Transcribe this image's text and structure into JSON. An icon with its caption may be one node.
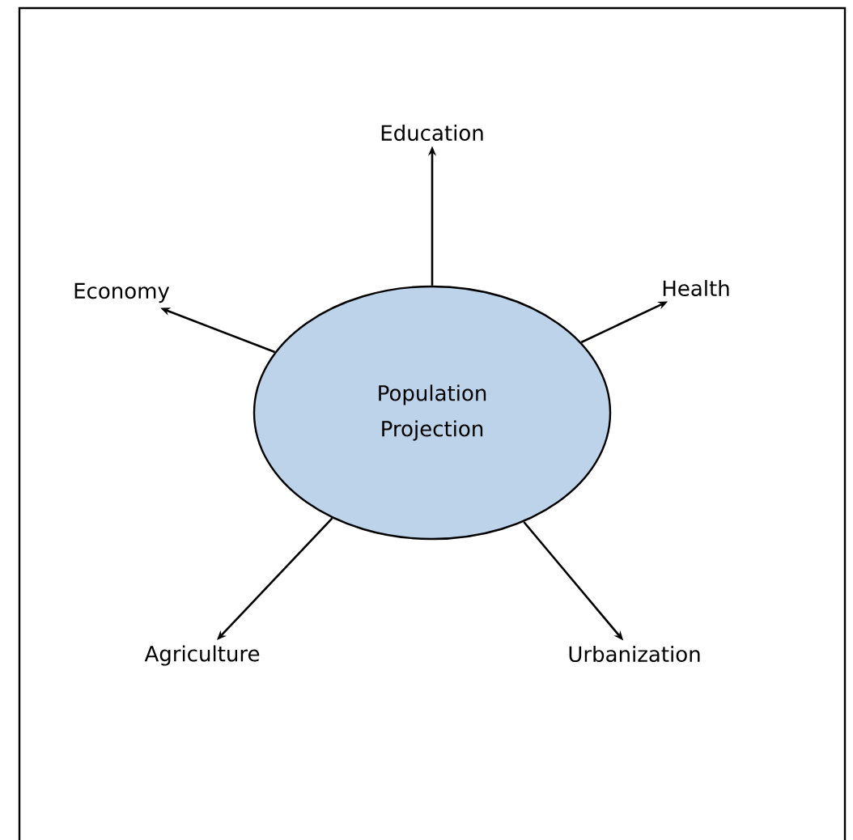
{
  "diagram": {
    "nodes": [
      {
        "text": [
          "Population Projection"
        ]
      },
      {
        "text": [
          "Education"
        ]
      },
      {
        "text": [
          "Economy"
        ]
      },
      {
        "text": [
          "Health"
        ]
      },
      {
        "text": [
          "Agriculture"
        ]
      },
      {
        "text": [
          "Urbanization"
        ]
      }
    ],
    "edges": [
      {
        "from": 0,
        "to": 1,
        "arrow": "to"
      },
      {
        "from": 0,
        "to": 2,
        "arrow": "to"
      },
      {
        "from": 0,
        "to": 3,
        "arrow": "to"
      },
      {
        "from": 0,
        "to": 4,
        "arrow": "to"
      },
      {
        "from": 0,
        "to": 5,
        "arrow": "to"
      }
    ]
  }
}
